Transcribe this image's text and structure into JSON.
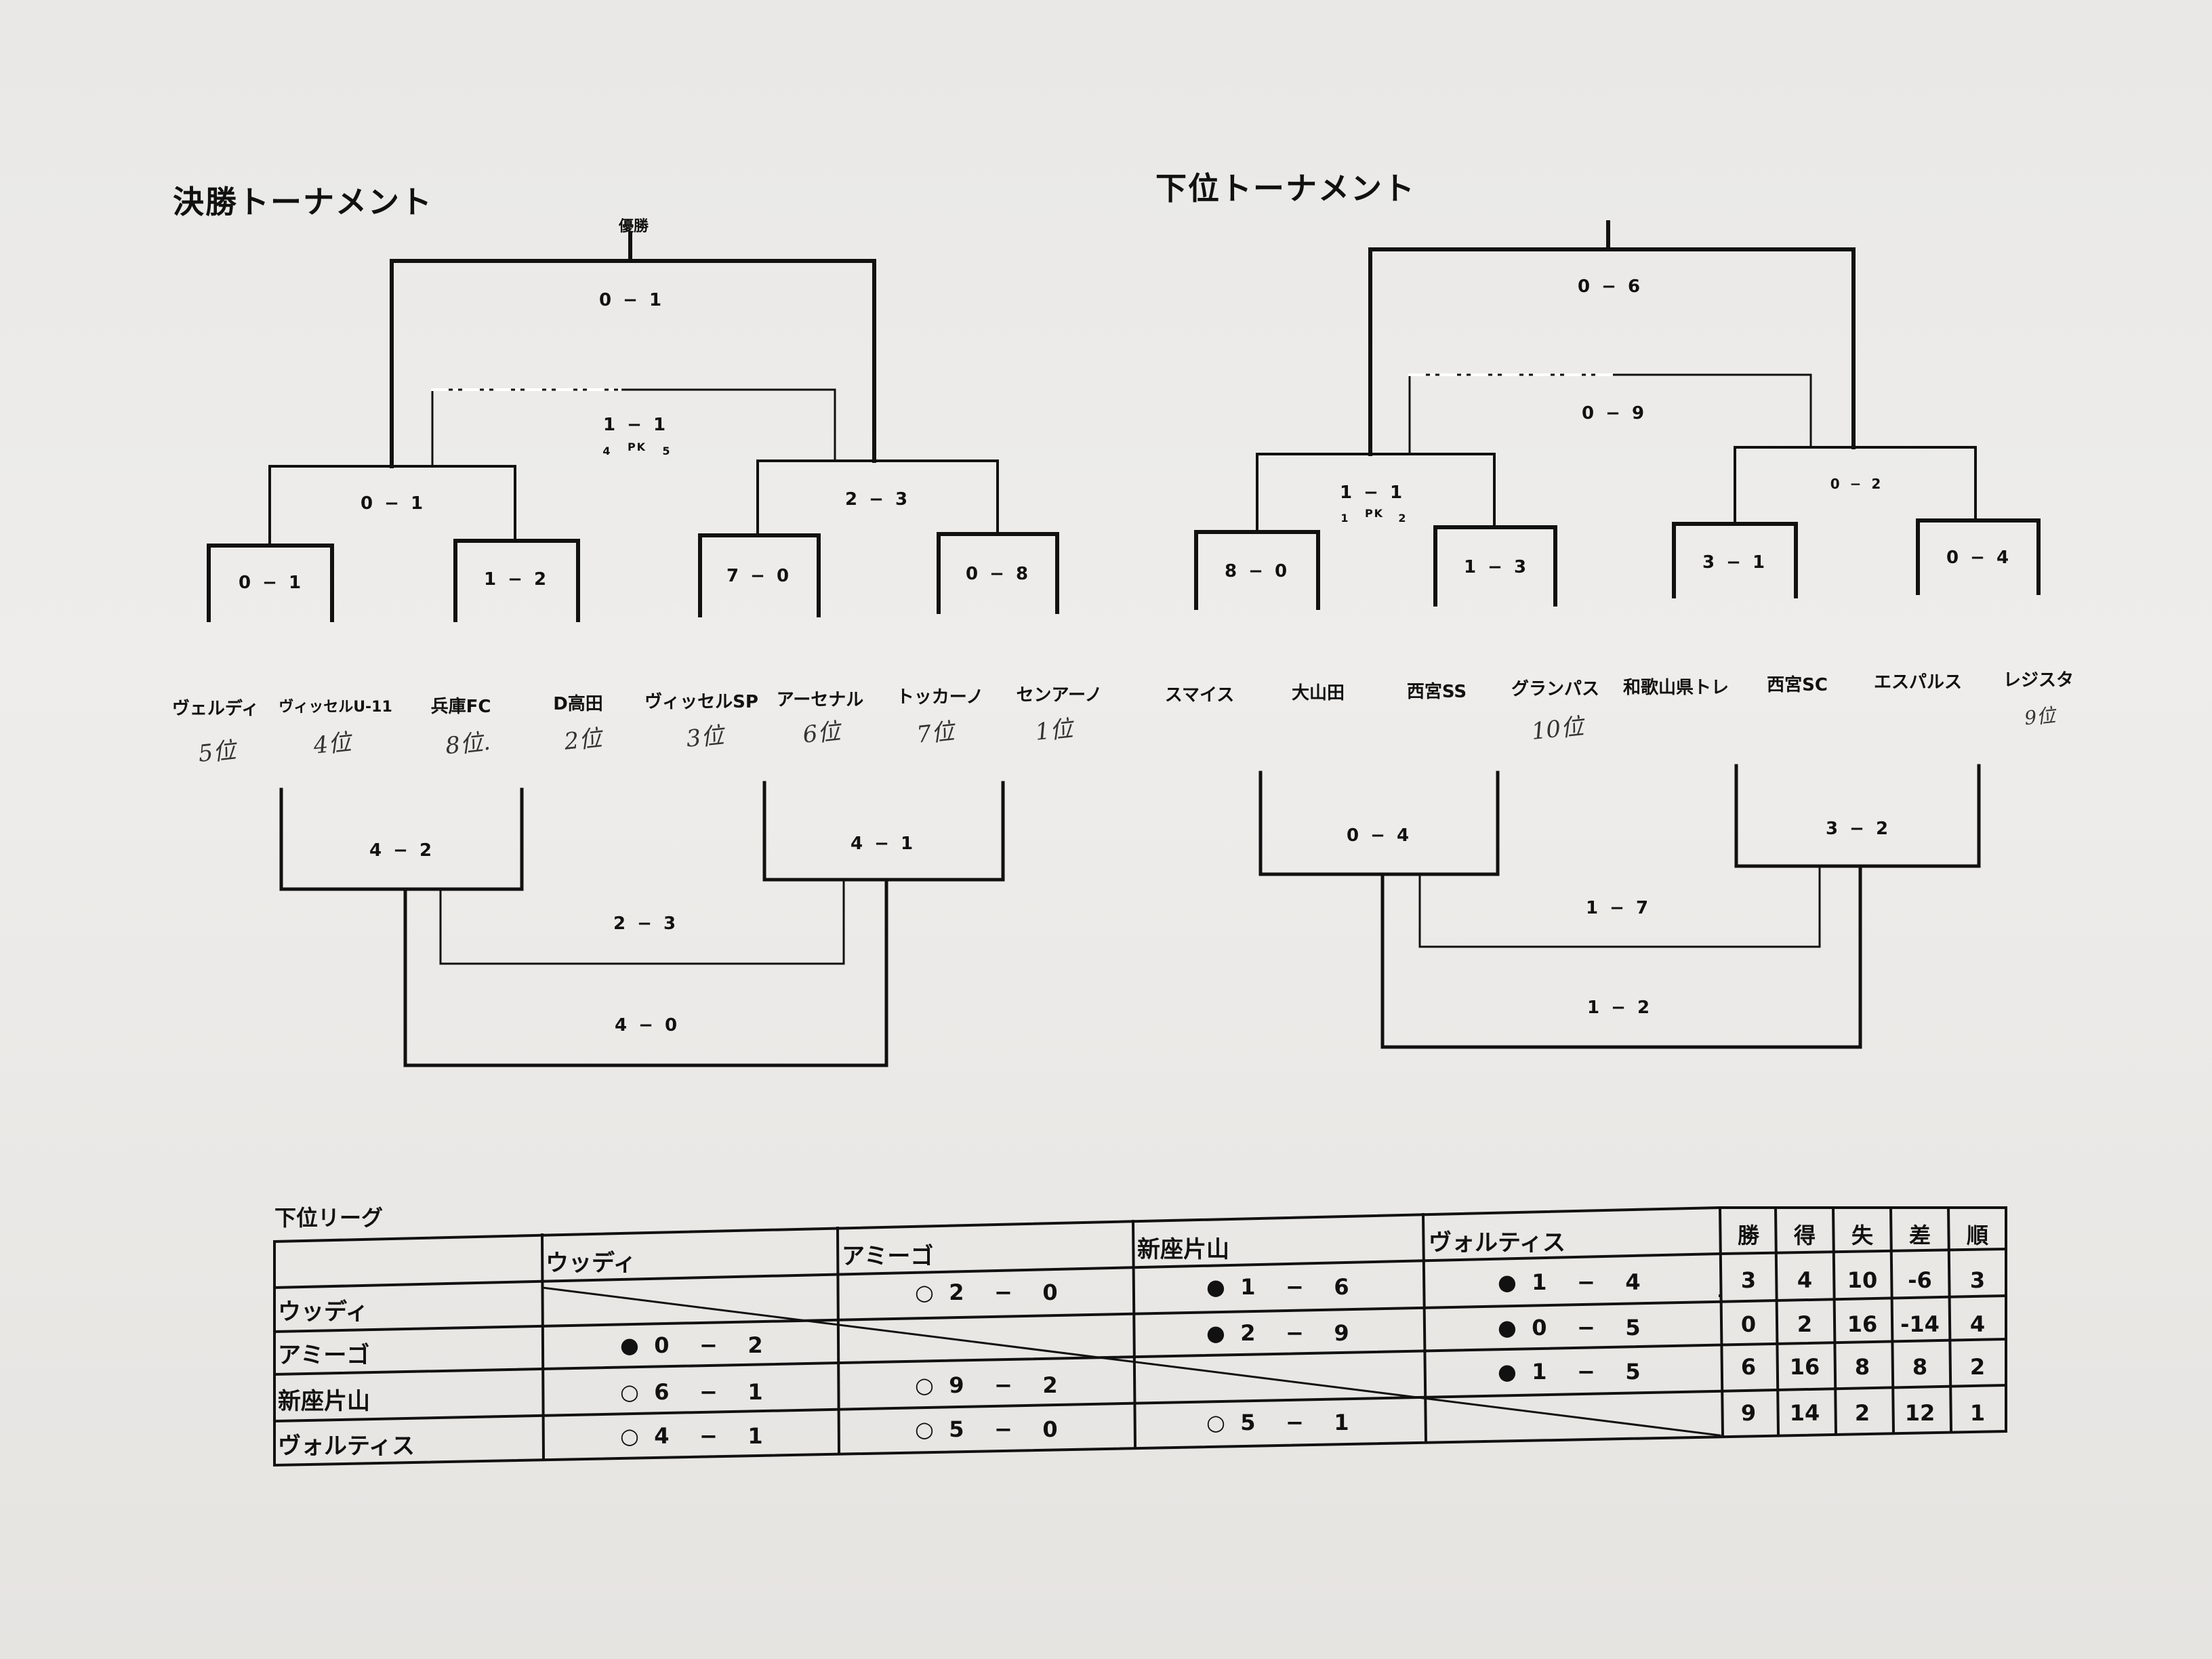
{
  "final_tournament": {
    "title": "決勝トーナメント",
    "champion_label": "優勝",
    "teams": [
      "ヴェルディ",
      "ヴィッセルU-11",
      "兵庫FC",
      "D高田",
      "ヴィッセルSP",
      "アーセナル",
      "トッカーノ",
      "センアーノ"
    ],
    "ranks": [
      "5位",
      "4位",
      "8位.",
      "2位",
      "3位",
      "6位",
      "7位",
      "1位"
    ],
    "upper_scores": {
      "r1": [
        "0 − 1",
        "1 − 2",
        "7 − 0",
        "0 − 8"
      ],
      "semi_left": "0 − 1",
      "semi_right": "2 − 3",
      "third": "1 − 1",
      "third_pk_left": "4",
      "third_pk": "PK",
      "third_pk_right": "5",
      "final": "0 − 1"
    },
    "lower_scores": [
      "4 − 2",
      "4 − 1",
      "2 − 3",
      "4 − 0"
    ]
  },
  "lower_tournament": {
    "title": "下位トーナメント",
    "teams": [
      "スマイス",
      "大山田",
      "西宮SS",
      "グランパス",
      "和歌山県トレ",
      "西宮SC",
      "エスパルス",
      "レジスタ"
    ],
    "ranks": [
      "10位",
      "9位"
    ],
    "upper_scores": {
      "r1": [
        "8 − 0",
        "1 − 3",
        "3 − 1",
        "0 − 4"
      ],
      "semi_left": "1 − 1",
      "semi_left_pk_left": "1",
      "semi_left_pk": "PK",
      "semi_left_pk_right": "2",
      "semi_right": "0 − 2",
      "middle": "0 − 9",
      "final": "0 − 6"
    },
    "lower_scores": [
      "0 − 4",
      "3 − 2",
      "1 − 7",
      "1 − 2"
    ]
  },
  "league": {
    "title": "下位リーグ",
    "teams": [
      "ウッディ",
      "アミーゴ",
      "新座片山",
      "ヴォルティス"
    ],
    "stat_headers": [
      "勝",
      "得",
      "失",
      "差",
      "順"
    ],
    "results": [
      [
        null,
        {
          "m": "○",
          "a": "2",
          "b": "0"
        },
        {
          "m": "●",
          "a": "1",
          "b": "6"
        },
        {
          "m": "●",
          "a": "1",
          "b": "4"
        }
      ],
      [
        {
          "m": "●",
          "a": "0",
          "b": "2"
        },
        null,
        {
          "m": "●",
          "a": "2",
          "b": "9"
        },
        {
          "m": "●",
          "a": "0",
          "b": "5"
        }
      ],
      [
        {
          "m": "○",
          "a": "6",
          "b": "1"
        },
        {
          "m": "○",
          "a": "9",
          "b": "2"
        },
        null,
        {
          "m": "●",
          "a": "1",
          "b": "5"
        }
      ],
      [
        {
          "m": "○",
          "a": "4",
          "b": "1"
        },
        {
          "m": "○",
          "a": "5",
          "b": "0"
        },
        {
          "m": "○",
          "a": "5",
          "b": "1"
        },
        null
      ]
    ],
    "dash": "−",
    "stats": [
      [
        "3",
        "4",
        "10",
        "-6",
        "3"
      ],
      [
        "0",
        "2",
        "16",
        "-14",
        "4"
      ],
      [
        "6",
        "16",
        "8",
        "8",
        "2"
      ],
      [
        "9",
        "14",
        "2",
        "12",
        "1"
      ]
    ]
  }
}
